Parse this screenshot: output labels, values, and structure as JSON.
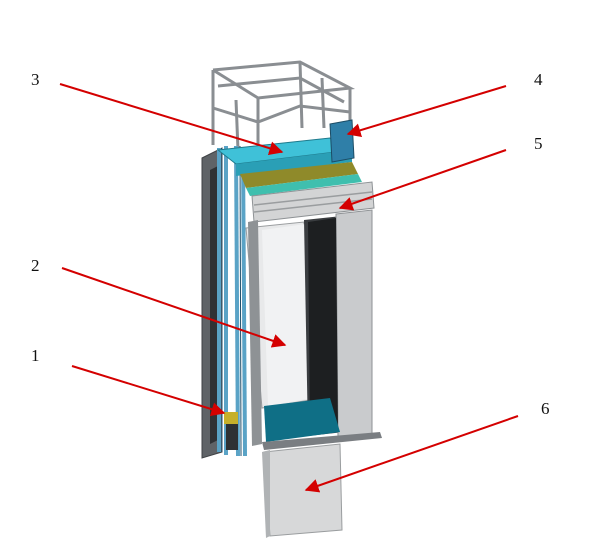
{
  "colors": {
    "arrow": "#d40000",
    "frame": "#6f7377",
    "frame_dark": "#3f4245",
    "panel_light": "#e8e9ea",
    "panel_mid": "#c9cbcd",
    "panel_shadow": "#8e9295",
    "cyan": "#3fc1d8",
    "floor_teal": "#0f6f86",
    "olive": "#8f8a2a",
    "rail": "#5aa3c6"
  },
  "callouts": [
    {
      "id": "1",
      "label": "1"
    },
    {
      "id": "2",
      "label": "2"
    },
    {
      "id": "3",
      "label": "3"
    },
    {
      "id": "4",
      "label": "4"
    },
    {
      "id": "5",
      "label": "5"
    },
    {
      "id": "6",
      "label": "6"
    }
  ]
}
